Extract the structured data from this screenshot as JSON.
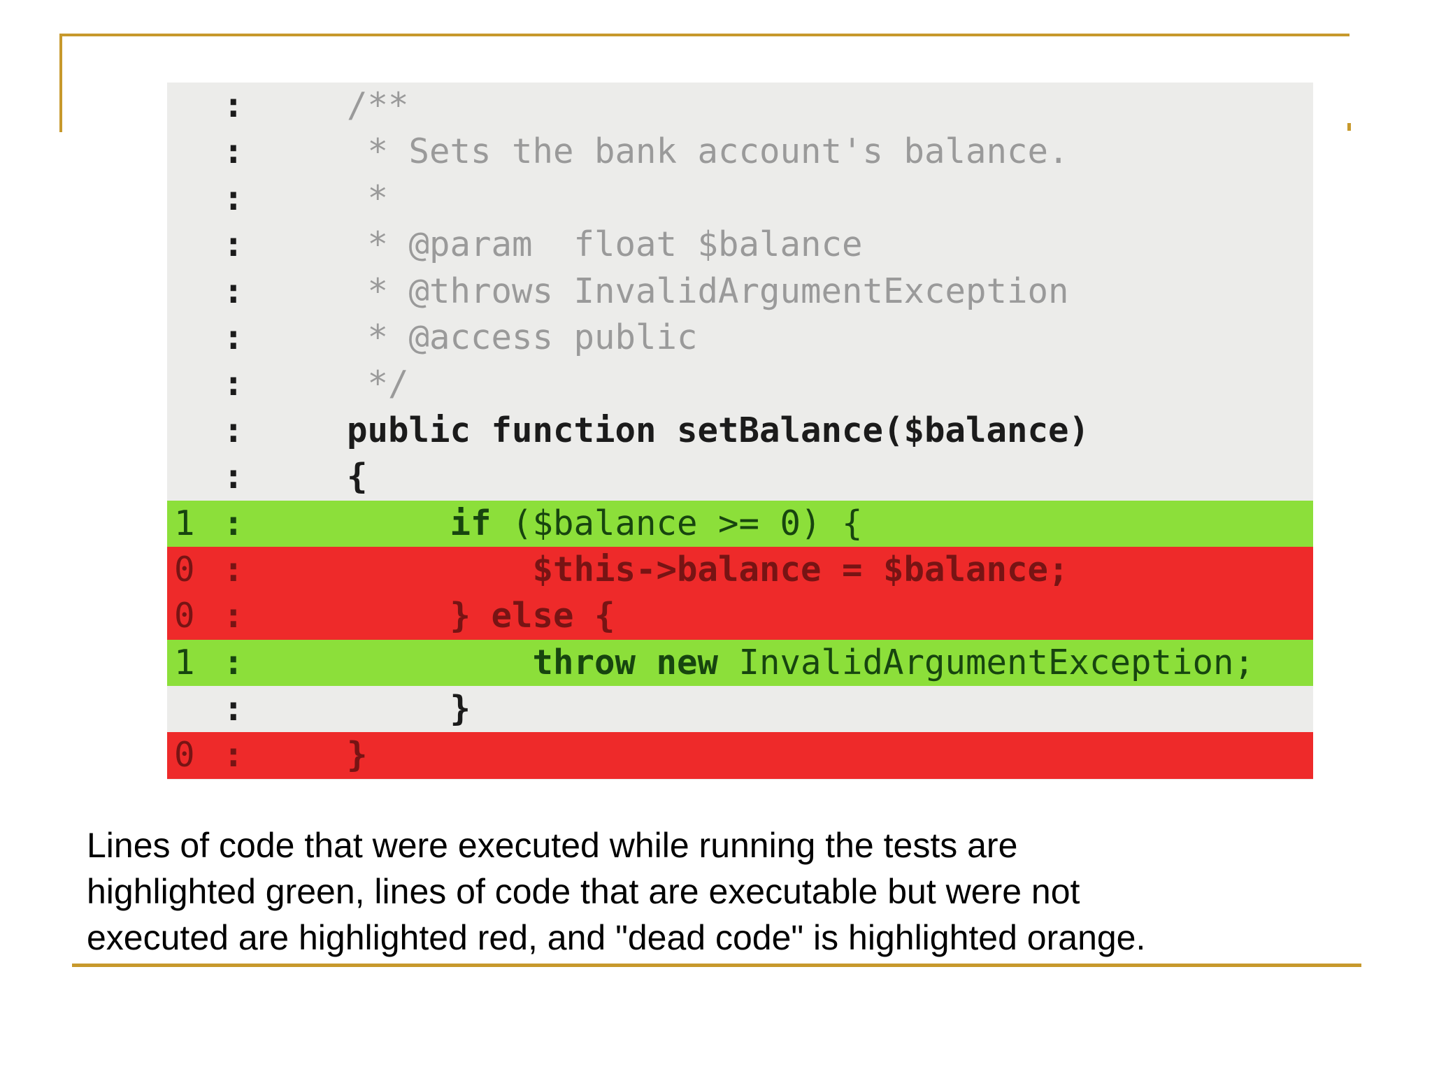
{
  "slide": {
    "accent_gold": "#c7992c",
    "background": "#ffffff"
  },
  "code": {
    "background": "#ececea",
    "colon": ":",
    "colors": {
      "executed_bg": "#8cdf3a",
      "executed_text": "#17450f",
      "not_executed_bg": "#ee2a2a",
      "not_executed_text": "#771414",
      "comment_text": "#9a9a9a",
      "code_text": "#1b1b1b"
    },
    "rows": [
      {
        "num": "",
        "bg": "none",
        "segs": [
          {
            "style": "c",
            "text": "     /**"
          }
        ]
      },
      {
        "num": "",
        "bg": "none",
        "segs": [
          {
            "style": "c",
            "text": "      * Sets the bank account's balance."
          }
        ]
      },
      {
        "num": "",
        "bg": "none",
        "segs": [
          {
            "style": "c",
            "text": "      *"
          }
        ]
      },
      {
        "num": "",
        "bg": "none",
        "segs": [
          {
            "style": "c",
            "text": "      * @param  float $balance"
          }
        ]
      },
      {
        "num": "",
        "bg": "none",
        "segs": [
          {
            "style": "c",
            "text": "      * @throws InvalidArgumentException"
          }
        ]
      },
      {
        "num": "",
        "bg": "none",
        "segs": [
          {
            "style": "c",
            "text": "      * @access public"
          }
        ]
      },
      {
        "num": "",
        "bg": "none",
        "segs": [
          {
            "style": "c",
            "text": "      */"
          }
        ]
      },
      {
        "num": "",
        "bg": "none",
        "segs": [
          {
            "style": "b",
            "text": "     public function setBalance($balance)"
          }
        ]
      },
      {
        "num": "",
        "bg": "none",
        "segs": [
          {
            "style": "b",
            "text": "     {"
          }
        ]
      },
      {
        "num": "1",
        "bg": "green",
        "segs": [
          {
            "style": "p",
            "text": "          "
          },
          {
            "style": "k",
            "text": "if"
          },
          {
            "style": "p",
            "text": " ($balance >= 0) {"
          }
        ]
      },
      {
        "num": "0",
        "bg": "red",
        "segs": [
          {
            "style": "p",
            "text": "              "
          },
          {
            "style": "k",
            "text": "$this->balance = $balance;"
          }
        ]
      },
      {
        "num": "0",
        "bg": "red",
        "segs": [
          {
            "style": "p",
            "text": "          "
          },
          {
            "style": "k",
            "text": "} else {"
          }
        ]
      },
      {
        "num": "1",
        "bg": "green",
        "segs": [
          {
            "style": "p",
            "text": "              "
          },
          {
            "style": "k",
            "text": "throw new"
          },
          {
            "style": "p",
            "text": " InvalidArgumentException;"
          }
        ]
      },
      {
        "num": "",
        "bg": "none",
        "segs": [
          {
            "style": "b",
            "text": "          }"
          }
        ]
      },
      {
        "num": "0",
        "bg": "red",
        "segs": [
          {
            "style": "p",
            "text": "     "
          },
          {
            "style": "k",
            "text": "}"
          }
        ]
      }
    ]
  },
  "caption": {
    "lines": [
      "Lines of code that were executed while running the tests are",
      "highlighted green, lines of code that are executable but were not",
      "executed are highlighted red, and \"dead code\" is highlighted orange."
    ]
  }
}
